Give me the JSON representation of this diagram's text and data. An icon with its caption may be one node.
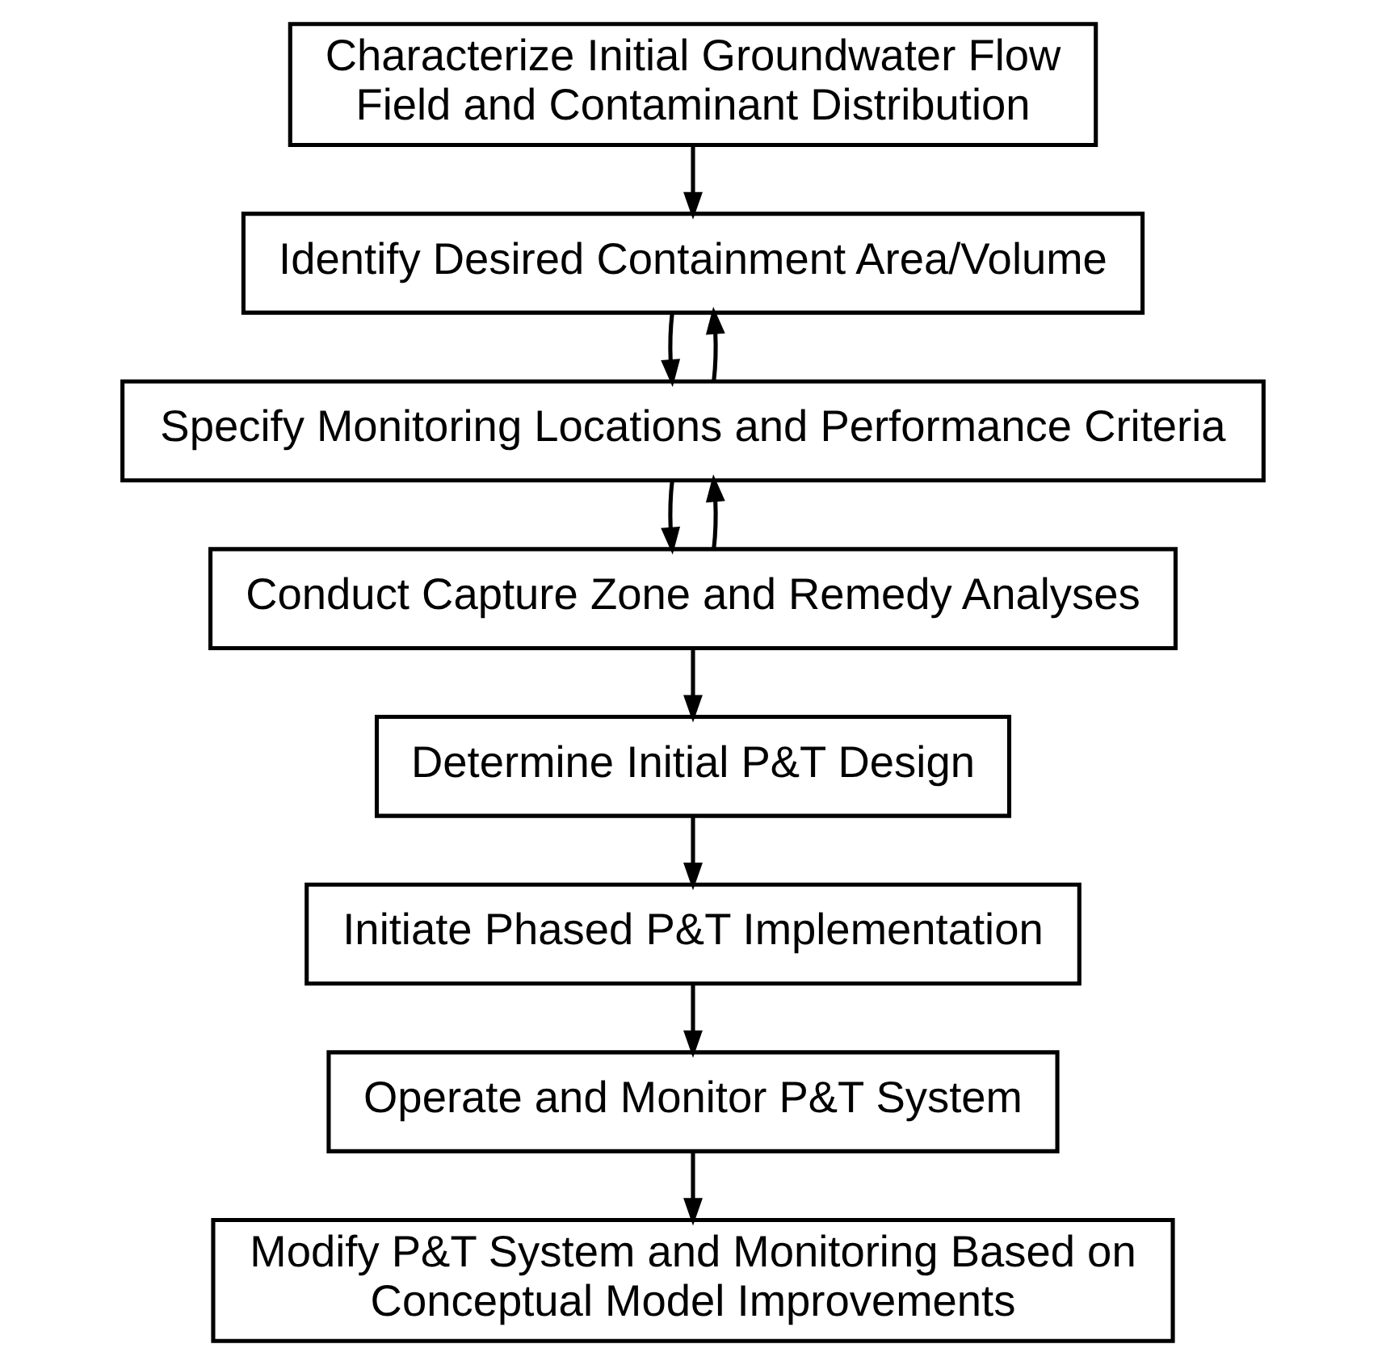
{
  "diagram": {
    "nodes": [
      {
        "text": [
          "Characterize Initial Groundwater Flow Field and Contaminant Distribution"
        ]
      },
      {
        "text": [
          "Identify Desired Containment Area/Volume"
        ]
      },
      {
        "text": [
          "Specify Monitoring Locations and Performance Criteria"
        ]
      },
      {
        "text": [
          "Conduct Capture Zone and Remedy Analyses"
        ]
      },
      {
        "text": [
          "Determine Initial P&T Design"
        ]
      },
      {
        "text": [
          "Initiate Phased P&T Implementation"
        ]
      },
      {
        "text": [
          "Operate and Monitor P&T System"
        ]
      },
      {
        "text": [
          "Modify P&T System and Monitoring Based on Conceptual Model Improvements"
        ]
      }
    ],
    "edges": [
      {
        "from": 0,
        "to": 1,
        "arrow": "to"
      },
      {
        "from": 1,
        "to": 2,
        "arrow": "to"
      },
      {
        "from": 2,
        "to": 1,
        "arrow": "to"
      },
      {
        "from": 2,
        "to": 3,
        "arrow": "to"
      },
      {
        "from": 3,
        "to": 2,
        "arrow": "to"
      },
      {
        "from": 3,
        "to": 4,
        "arrow": "to"
      },
      {
        "from": 4,
        "to": 5,
        "arrow": "to"
      },
      {
        "from": 5,
        "to": 6,
        "arrow": "to"
      },
      {
        "from": 6,
        "to": 7,
        "arrow": "to"
      }
    ]
  }
}
